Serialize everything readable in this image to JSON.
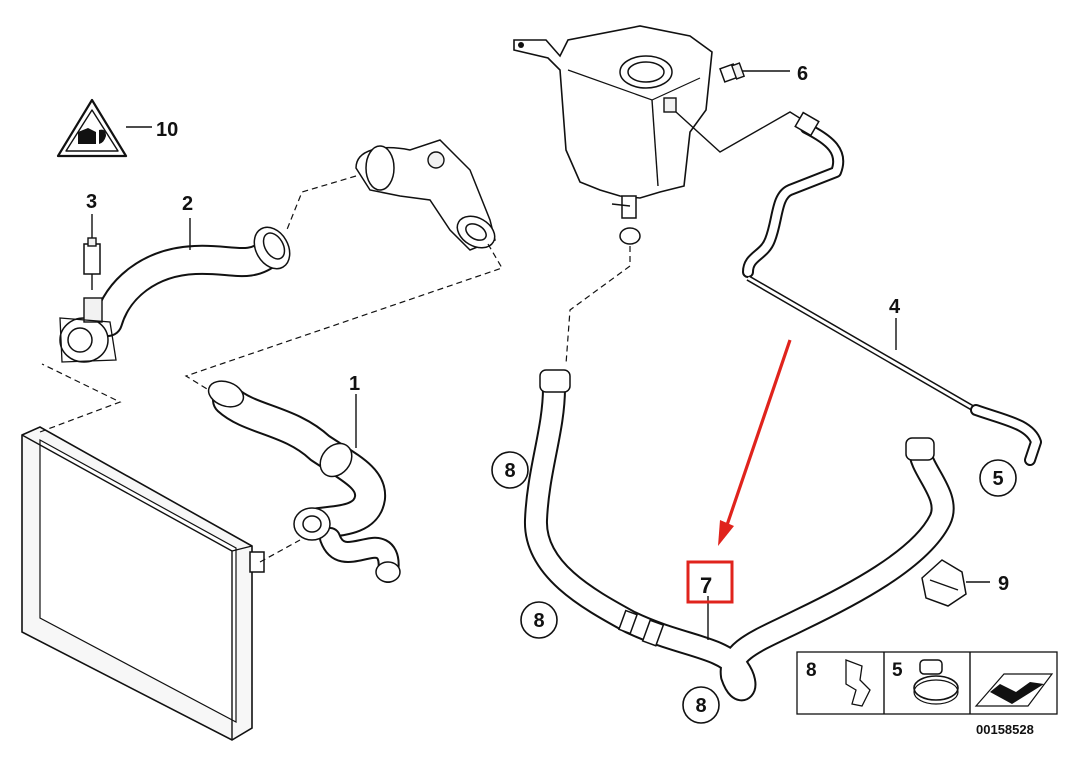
{
  "diagram": {
    "callouts": {
      "c1": "1",
      "c2": "2",
      "c3": "3",
      "c4": "4",
      "c5": "5",
      "c6": "6",
      "c7": "7",
      "c8": "8",
      "c9": "9",
      "c10": "10"
    },
    "legend": {
      "item_a": "8",
      "item_b": "5"
    },
    "drawing_number": "00158528",
    "highlight_color": "#e0231c"
  }
}
